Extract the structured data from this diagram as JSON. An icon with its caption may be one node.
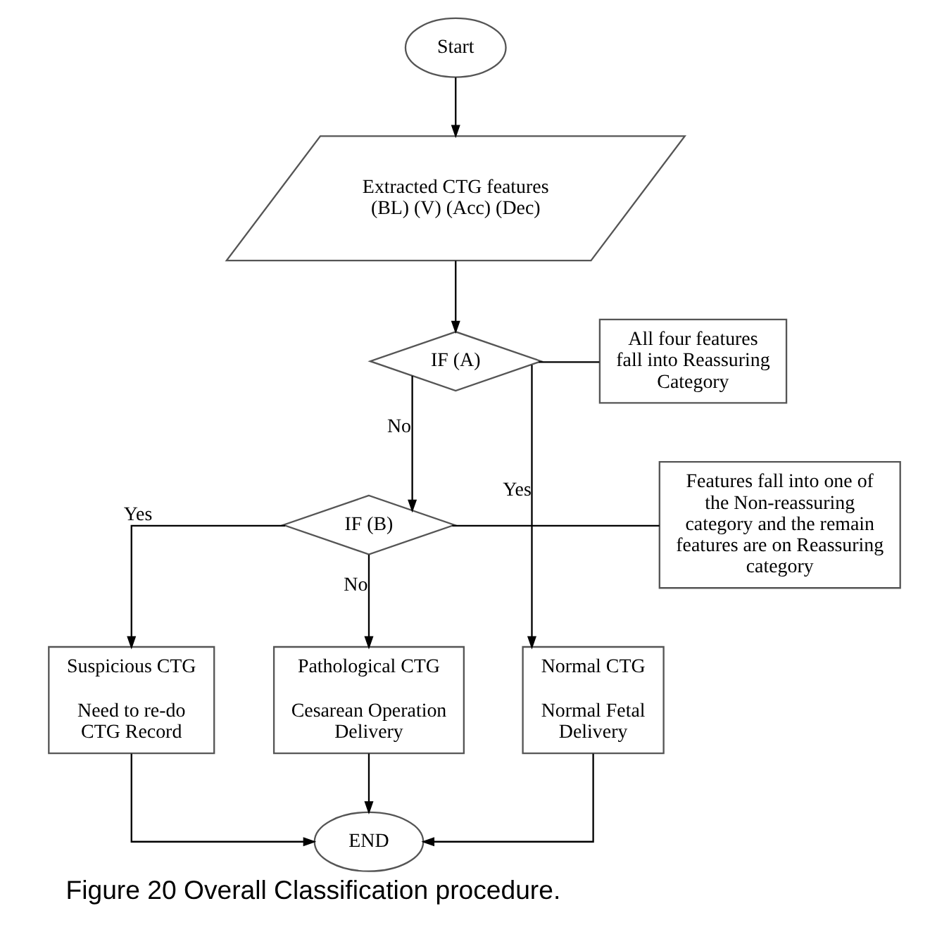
{
  "diagram": {
    "caption": "Figure 20 Overall Classification procedure.",
    "nodes": [
      {
        "text": [
          "Start"
        ]
      },
      {
        "text": [
          "Extracted CTG features (BL) (V) (Acc) (Dec)"
        ]
      },
      {
        "text": [
          "IF (A)"
        ]
      },
      {
        "text": [
          "All four features fall into Reassuring Category"
        ]
      },
      {
        "text": [
          "IF (B)"
        ]
      },
      {
        "text": [
          "Features fall into one of the Non-reassuring category and the remain features are on Reassuring category"
        ]
      },
      {
        "text": [
          "Normal CTG",
          "Normal Fetal Delivery"
        ]
      },
      {
        "text": [
          "Suspicious CTG",
          "Need to re-do CTG Record"
        ]
      },
      {
        "text": [
          "Pathological CTG",
          "Cesarean Operation Delivery"
        ]
      },
      {
        "text": [
          "END"
        ]
      }
    ],
    "edges": [
      {
        "from": 0,
        "to": 1,
        "arrow": "to"
      },
      {
        "from": 1,
        "to": 2,
        "arrow": "to"
      },
      {
        "from": 3,
        "to": 2,
        "arrow": "none"
      },
      {
        "from": 2,
        "to": 6,
        "arrow": "to",
        "label": "Yes"
      },
      {
        "from": 2,
        "to": 4,
        "arrow": "to",
        "label": "No"
      },
      {
        "from": 5,
        "to": 4,
        "arrow": "none"
      },
      {
        "from": 4,
        "to": 7,
        "arrow": "to",
        "label": "Yes"
      },
      {
        "from": 4,
        "to": 8,
        "arrow": "to",
        "label": "No"
      },
      {
        "from": 6,
        "to": 9,
        "arrow": "to"
      },
      {
        "from": 7,
        "to": 9,
        "arrow": "to"
      },
      {
        "from": 8,
        "to": 9,
        "arrow": "to"
      }
    ]
  }
}
